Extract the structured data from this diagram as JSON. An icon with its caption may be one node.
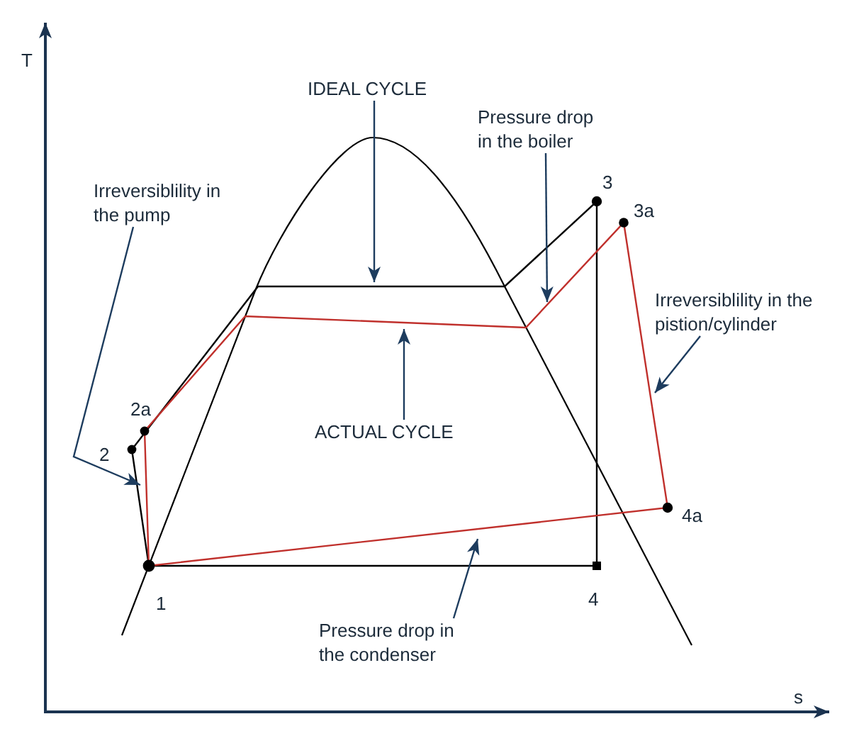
{
  "diagram": {
    "nodes": [
      {
        "text": [
          "IDEAL CYCLE"
        ]
      },
      {
        "text": [
          "Pressure drop in the boiler"
        ]
      },
      {
        "text": [
          "Irreversiblility in the pump"
        ]
      },
      {
        "text": [
          "Irreversiblility in the pistion/cylinder"
        ]
      },
      {
        "text": [
          "ACTUAL CYCLE"
        ]
      },
      {
        "text": [
          "Pressure drop in the condenser"
        ]
      }
    ],
    "edges": [
      {
        "from": 0,
        "to": null,
        "arrow": "to"
      },
      {
        "from": 1,
        "to": null,
        "arrow": "to"
      },
      {
        "from": 2,
        "to": null,
        "arrow": "to"
      },
      {
        "from": 3,
        "to": null,
        "arrow": "to"
      },
      {
        "from": 4,
        "to": null,
        "arrow": "to"
      },
      {
        "from": 5,
        "to": null,
        "arrow": "to"
      }
    ],
    "labels": [
      "T",
      "3",
      "3a",
      "2a",
      "2",
      "4a",
      "1",
      "4",
      "s"
    ]
  }
}
